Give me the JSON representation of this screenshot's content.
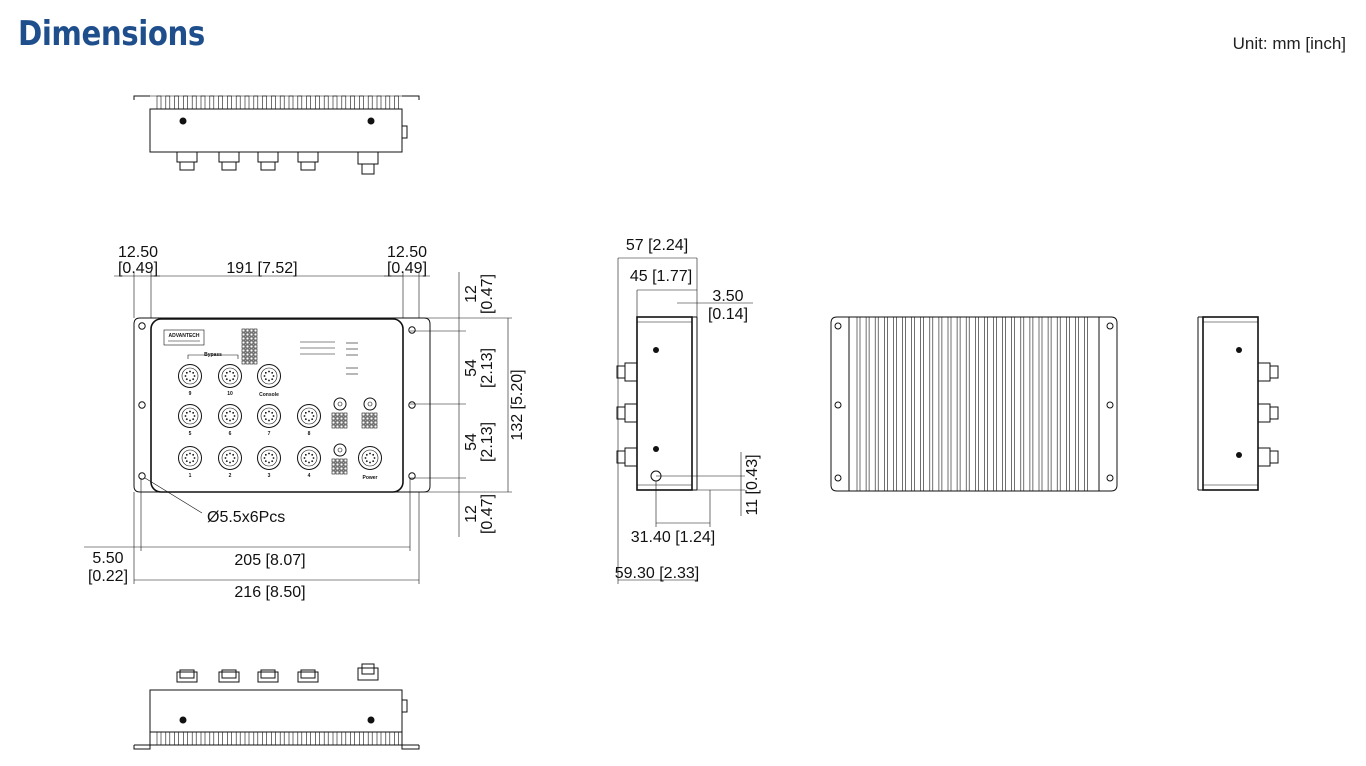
{
  "header": {
    "title": "Dimensions",
    "unit": "Unit: mm [inch]"
  },
  "front_view": {
    "dim_top_left_a": "12.50",
    "dim_top_left_b": "[0.49]",
    "dim_top_mid": "191 [7.52]",
    "dim_top_right_a": "12.50",
    "dim_top_right_b": "[0.49]",
    "dim_right_1_a": "12",
    "dim_right_1_b": "[0.47]",
    "dim_right_2_a": "54",
    "dim_right_2_b": "[2.13]",
    "dim_right_3_a": "54",
    "dim_right_3_b": "[2.13]",
    "dim_right_4_a": "12",
    "dim_right_4_b": "[0.47]",
    "dim_right_total": "132 [5.20]",
    "hole_label": "Ø5.5x6Pcs",
    "dim_bottom_left_a": "5.50",
    "dim_bottom_left_b": "[0.22]",
    "dim_bottom_inner": "205 [8.07]",
    "dim_bottom_total": "216 [8.50]",
    "panel_bypass": "Bypass",
    "panel_console": "Console",
    "panel_power": "Power",
    "panel_logo": "ADVANTECH",
    "ports_row1": [
      "9",
      "10"
    ],
    "ports_row2": [
      "5",
      "6",
      "7",
      "8"
    ],
    "ports_row3": [
      "1",
      "2",
      "3",
      "4"
    ]
  },
  "side_view": {
    "dim_top_1": "57 [2.24]",
    "dim_top_2": "45 [1.77]",
    "dim_top_3_a": "3.50",
    "dim_top_3_b": "[0.14]",
    "dim_right": "11 [0.43]",
    "dim_bottom_1": "31.40 [1.24]",
    "dim_bottom_2": "59.30 [2.33]"
  }
}
